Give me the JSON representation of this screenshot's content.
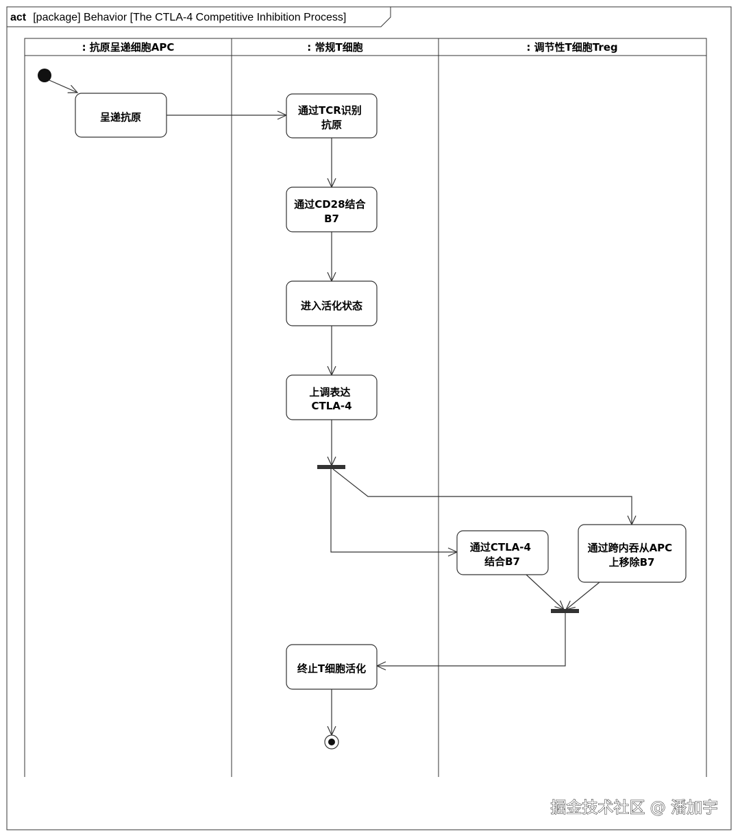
{
  "frame": {
    "keyword": "act",
    "title": "[package] Behavior [The CTLA-4 Competitive Inhibition Process]"
  },
  "lanes": [
    {
      "id": "apc",
      "title": ": 抗原呈递细胞APC"
    },
    {
      "id": "tcell",
      "title": ": 常规T细胞"
    },
    {
      "id": "treg",
      "title": ": 调节性T细胞Treg"
    }
  ],
  "nodes": [
    {
      "id": "present",
      "lines": [
        "呈递抗原"
      ]
    },
    {
      "id": "tcr",
      "lines": [
        "通过TCR识别",
        "抗原"
      ]
    },
    {
      "id": "cd28",
      "lines": [
        "通过CD28结合",
        "B7"
      ]
    },
    {
      "id": "activate",
      "lines": [
        "进入活化状态"
      ]
    },
    {
      "id": "upreg",
      "lines": [
        "上调表达",
        "CTLA-4"
      ]
    },
    {
      "id": "ctla4bind",
      "lines": [
        "通过CTLA-4",
        "结合B7"
      ]
    },
    {
      "id": "remove",
      "lines": [
        "通过跨内吞从APC",
        "上移除B7"
      ]
    },
    {
      "id": "terminate",
      "lines": [
        "终止T细胞活化"
      ]
    }
  ],
  "edges": [
    {
      "from": "initial",
      "to": "present"
    },
    {
      "from": "present",
      "to": "tcr"
    },
    {
      "from": "tcr",
      "to": "cd28"
    },
    {
      "from": "cd28",
      "to": "activate"
    },
    {
      "from": "activate",
      "to": "upreg"
    },
    {
      "from": "upreg",
      "to": "fork"
    },
    {
      "from": "fork",
      "to": "ctla4bind"
    },
    {
      "from": "fork",
      "to": "remove"
    },
    {
      "from": "ctla4bind",
      "to": "join"
    },
    {
      "from": "remove",
      "to": "join"
    },
    {
      "from": "join",
      "to": "terminate"
    },
    {
      "from": "terminate",
      "to": "final"
    }
  ],
  "watermark": "掘金技术社区 @ 潘加宇"
}
